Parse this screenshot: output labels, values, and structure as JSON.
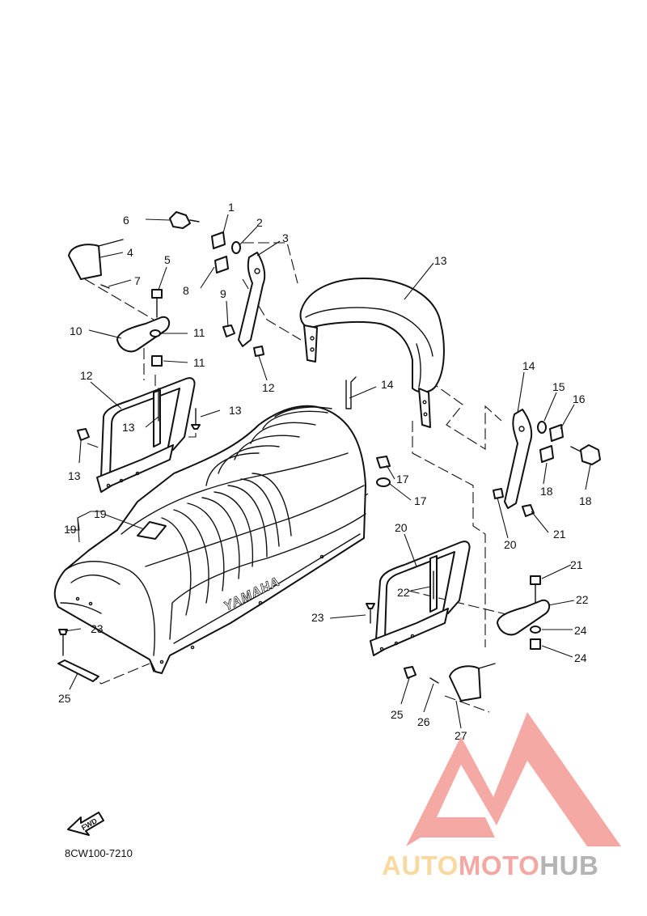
{
  "diagram": {
    "drawing_code": "8CW100-7210",
    "fwd_label": "FWD",
    "seat_brand": "YAMAHA",
    "callouts": [
      "1",
      "2",
      "3",
      "4",
      "5",
      "6",
      "7",
      "8",
      "9",
      "10",
      "11",
      "11",
      "12",
      "12",
      "13",
      "13",
      "13",
      "13",
      "14",
      "14",
      "15",
      "16",
      "17",
      "17",
      "18",
      "18",
      "19",
      "19",
      "20",
      "20",
      "21",
      "21",
      "22",
      "22",
      "23",
      "23",
      "24",
      "24",
      "25",
      "25",
      "26",
      "27"
    ]
  },
  "watermark": {
    "word_part1": "AUTO",
    "word_part2": "MOTO",
    "word_part3": "HUB",
    "colors": {
      "part1": "#f9d89a",
      "part2": "#f4a49f",
      "part3": "#b0b0b0",
      "logo": "#f4a49f"
    }
  }
}
